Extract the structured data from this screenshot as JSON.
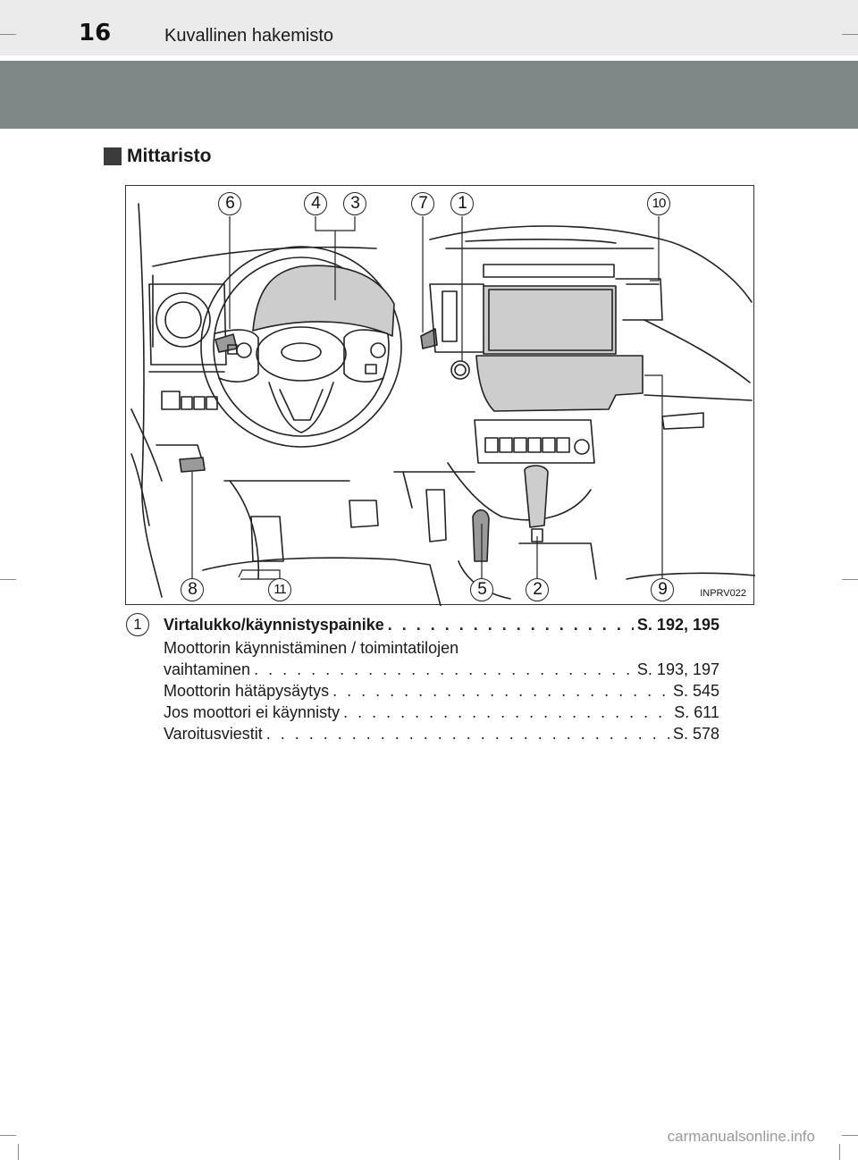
{
  "header": {
    "page_number": "16",
    "section": "Kuvallinen hakemisto"
  },
  "subsection": {
    "title": "Mittaristo"
  },
  "figure": {
    "code": "INPRV022",
    "callouts": [
      "6",
      "4",
      "3",
      "7",
      "1",
      "10",
      "8",
      "11",
      "5",
      "2",
      "9"
    ]
  },
  "entry": {
    "number": "1",
    "title": "Virtalukko/käynnistyspainike",
    "title_pages": "S. 192, 195",
    "lines": [
      {
        "label": "Moottorin käynnistäminen / toimintatilojen",
        "page": ""
      },
      {
        "label": "vaihtaminen",
        "page": "S. 193, 197"
      },
      {
        "label": "Moottorin hätäpysäytys",
        "page": "S. 545"
      },
      {
        "label": "Jos moottori ei käynnisty",
        "page": "S. 611"
      },
      {
        "label": "Varoitusviestit",
        "page": "S. 578"
      }
    ]
  },
  "watermark": "carmanualsonline.info"
}
